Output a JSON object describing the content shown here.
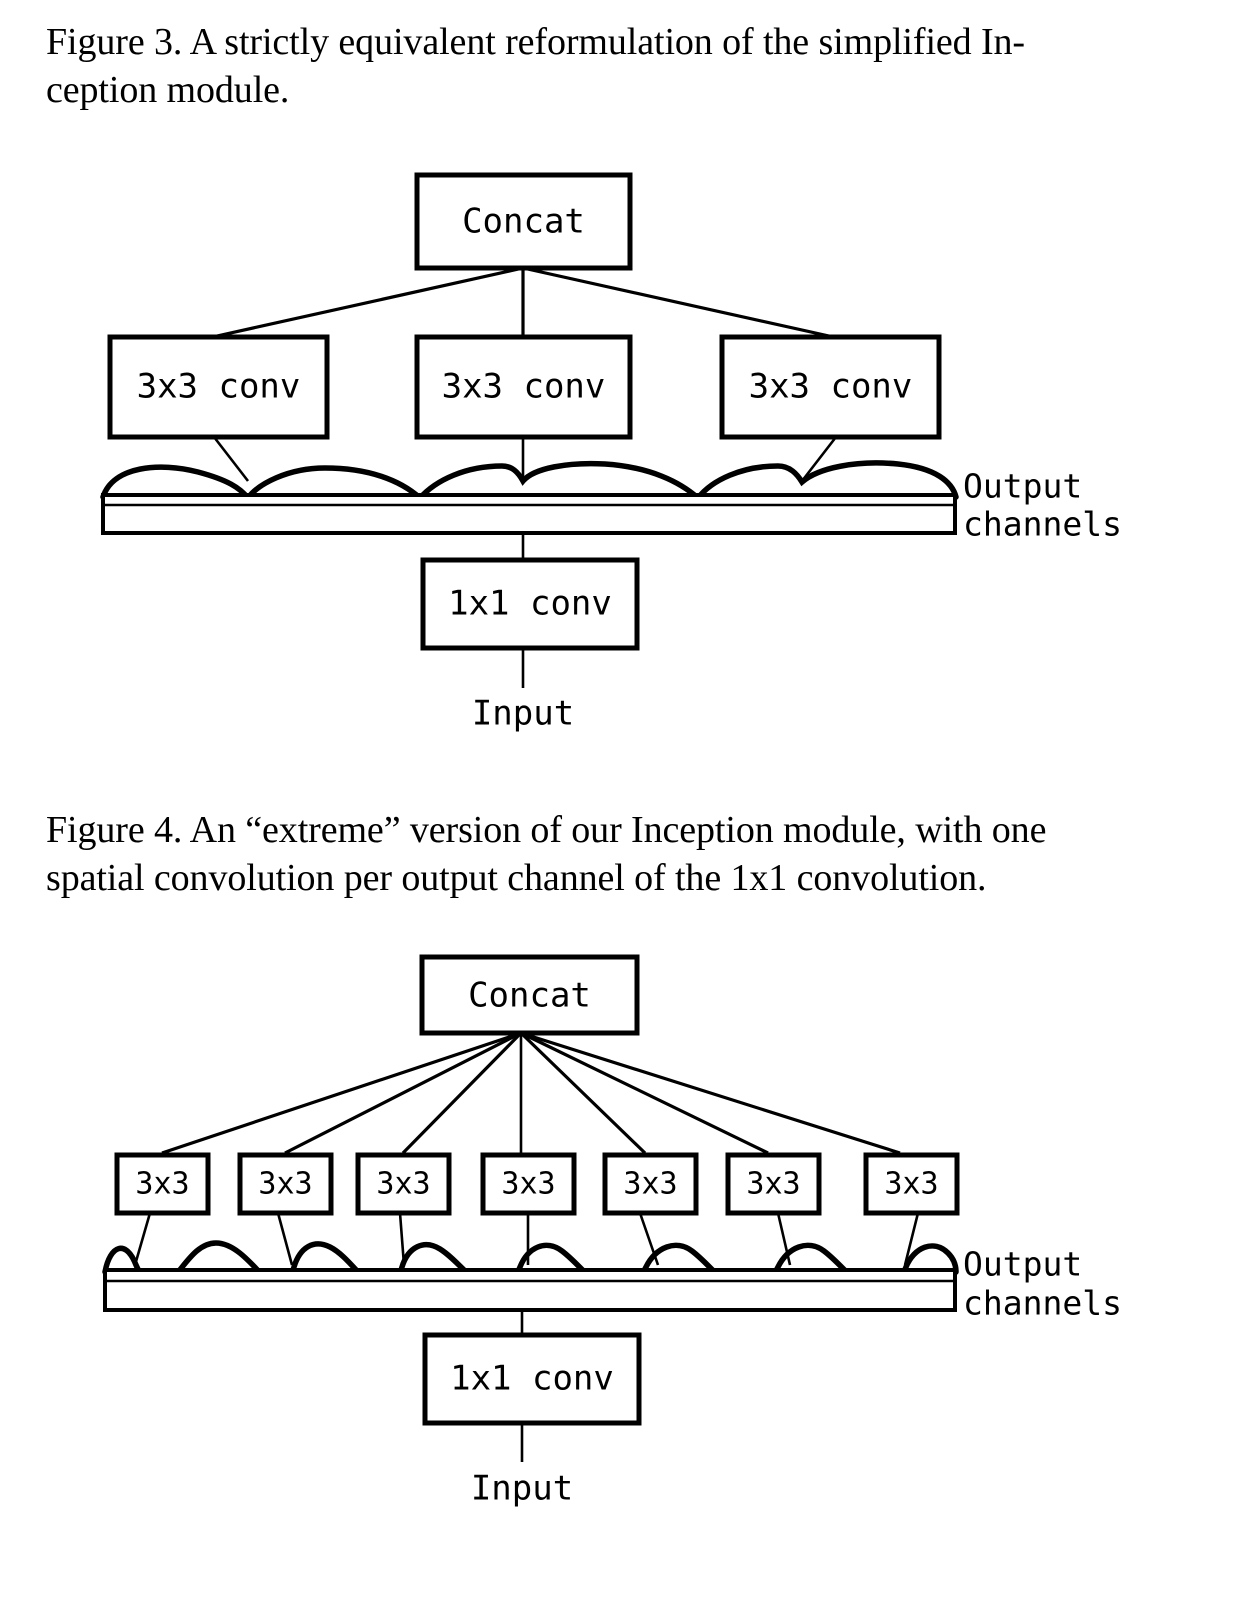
{
  "document": {
    "type": "paper-figures",
    "background_color": "#ffffff",
    "ink_color": "#000000"
  },
  "figure3": {
    "caption": "Figure 3. A strictly equivalent reformulation of the simplified Inception module.",
    "caption_line1": "Figure 3. A strictly equivalent reformulation of the simplified In-",
    "caption_line2": "ception module.",
    "concat_label": "Concat",
    "branch_labels": [
      "3x3 conv",
      "3x3 conv",
      "3x3 conv"
    ],
    "output_bar_label_line1": "Output",
    "output_bar_label_line2": "channels",
    "pointwise_label": "1x1 conv",
    "input_label": "Input",
    "branch_count": 3,
    "scallop_count": 4
  },
  "figure4": {
    "caption": "Figure 4. An “extreme” version of our Inception module, with one spatial convolution per output channel of the 1x1 convolution.",
    "caption_line1": "Figure 4. An “extreme” version of our Inception module, with one",
    "caption_line2": "spatial convolution per output channel of the 1x1 convolution.",
    "concat_label": "Concat",
    "branch_labels": [
      "3x3",
      "3x3",
      "3x3",
      "3x3",
      "3x3",
      "3x3",
      "3x3"
    ],
    "output_bar_label_line1": "Output",
    "output_bar_label_line2": "channels",
    "pointwise_label": "1x1 conv",
    "input_label": "Input",
    "branch_count": 7,
    "scallop_count": 7
  }
}
